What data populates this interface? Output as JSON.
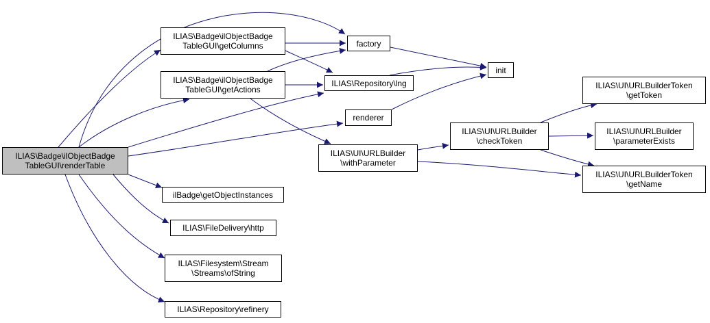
{
  "colors": {
    "edge": "#191970",
    "root_fill": "#bfbfbf",
    "node_fill": "#ffffff",
    "border": "#000000"
  },
  "nodes": {
    "render_table": {
      "lines": [
        "ILIAS\\Badge\\ilObjectBadge",
        "TableGUI\\renderTable"
      ]
    },
    "get_columns": {
      "lines": [
        "ILIAS\\Badge\\ilObjectBadge",
        "TableGUI\\getColumns"
      ]
    },
    "get_actions": {
      "lines": [
        "ILIAS\\Badge\\ilObjectBadge",
        "TableGUI\\getActions"
      ]
    },
    "factory": {
      "lines": [
        "factory"
      ]
    },
    "init": {
      "lines": [
        "init"
      ]
    },
    "lng": {
      "lines": [
        "ILIAS\\Repository\\lng"
      ]
    },
    "renderer": {
      "lines": [
        "renderer"
      ]
    },
    "with_parameter": {
      "lines": [
        "ILIAS\\UI\\URLBuilder",
        "\\withParameter"
      ]
    },
    "check_token": {
      "lines": [
        "ILIAS\\UI\\URLBuilder",
        "\\checkToken"
      ]
    },
    "get_token": {
      "lines": [
        "ILIAS\\UI\\URLBuilderToken",
        "\\getToken"
      ]
    },
    "parameter_exists": {
      "lines": [
        "ILIAS\\UI\\URLBuilder",
        "\\parameterExists"
      ]
    },
    "get_name": {
      "lines": [
        "ILIAS\\UI\\URLBuilderToken",
        "\\getName"
      ]
    },
    "get_object_instances": {
      "lines": [
        "ilBadge\\getObjectInstances"
      ]
    },
    "http": {
      "lines": [
        "ILIAS\\FileDelivery\\http"
      ]
    },
    "of_string": {
      "lines": [
        "ILIAS\\Filesystem\\Stream",
        "\\Streams\\ofString"
      ]
    },
    "refinery": {
      "lines": [
        "ILIAS\\Repository\\refinery"
      ]
    }
  },
  "edges": [
    [
      "render_table",
      "factory"
    ],
    [
      "render_table",
      "get_columns"
    ],
    [
      "render_table",
      "get_actions"
    ],
    [
      "render_table",
      "lng"
    ],
    [
      "render_table",
      "renderer"
    ],
    [
      "render_table",
      "get_object_instances"
    ],
    [
      "render_table",
      "http"
    ],
    [
      "render_table",
      "of_string"
    ],
    [
      "render_table",
      "refinery"
    ],
    [
      "get_columns",
      "factory"
    ],
    [
      "get_columns",
      "lng"
    ],
    [
      "get_actions",
      "factory"
    ],
    [
      "get_actions",
      "lng"
    ],
    [
      "get_actions",
      "with_parameter"
    ],
    [
      "factory",
      "init"
    ],
    [
      "lng",
      "init"
    ],
    [
      "renderer",
      "init"
    ],
    [
      "with_parameter",
      "check_token"
    ],
    [
      "with_parameter",
      "get_name"
    ],
    [
      "check_token",
      "get_token"
    ],
    [
      "check_token",
      "parameter_exists"
    ],
    [
      "check_token",
      "get_name"
    ]
  ]
}
